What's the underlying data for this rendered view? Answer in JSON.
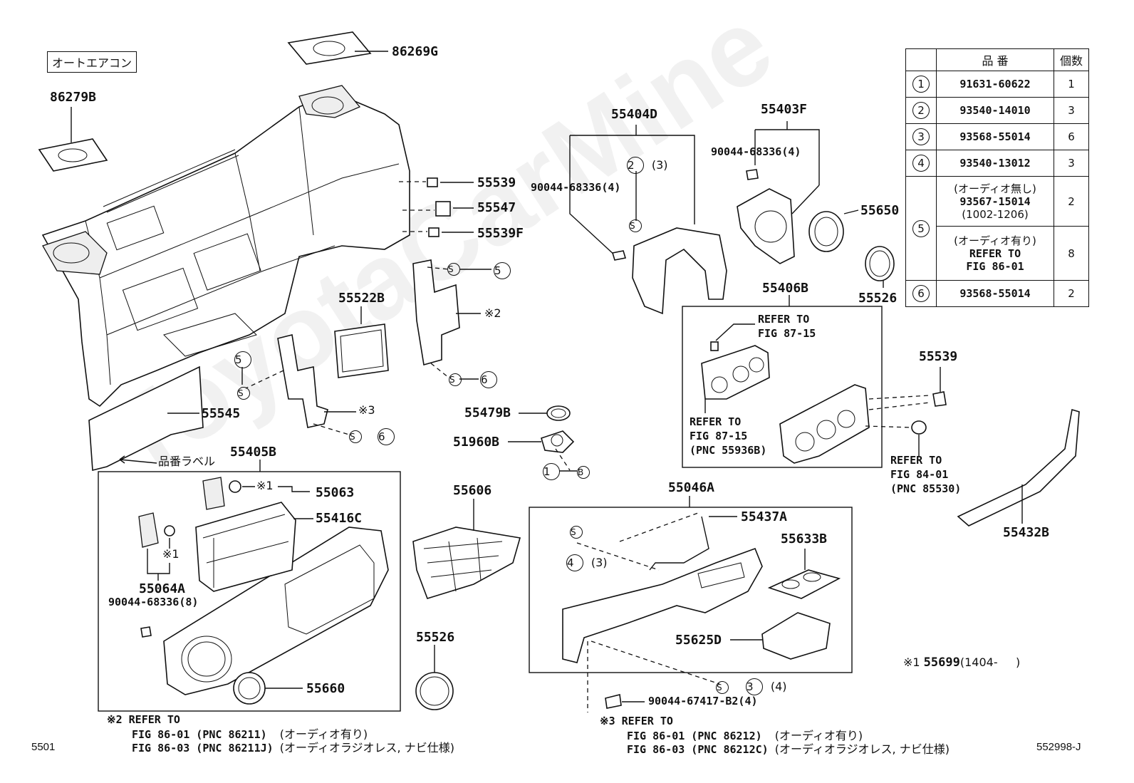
{
  "header": {
    "box_title": "オートエアコン"
  },
  "watermark": "ToyotaCarMine",
  "labels": {
    "p86269G": "86269G",
    "p86279B": "86279B",
    "p55539a": "55539",
    "p55547": "55547",
    "p55539F": "55539F",
    "p55404D": "55404D",
    "p55403F": "55403F",
    "p90044_68336_4a": "90044-68336(4)",
    "p90044_68336_4b": "90044-68336(4)",
    "p55650": "55650",
    "p55526a": "55526",
    "p55406B": "55406B",
    "p55522B": "55522B",
    "p55545": "55545",
    "p55405B": "55405B",
    "p55479B": "55479B",
    "p51960B": "51960B",
    "p55539b": "55539",
    "p55063": "55063",
    "p55416C": "55416C",
    "p55064A": "55064A",
    "p90044_68336_8": "90044-68336(8)",
    "p55606": "55606",
    "p55046A": "55046A",
    "p55437A": "55437A",
    "p55633B": "55633B",
    "p55625D": "55625D",
    "p55432B": "55432B",
    "p55526b": "55526",
    "p55660": "55660",
    "p90044_67417": "90044-67417-B2(4)",
    "hinban_label": "品番ラベル",
    "note_x1_a": "※1",
    "note_x1_b": "※1",
    "note_x2": "※2",
    "note_x3": "※3",
    "callout_2_3": "(3)",
    "callout_4_3": "(3)",
    "callout_3_4": "(4)",
    "callout_s": "S",
    "callout_b": "B"
  },
  "refs": {
    "r1": "REFER TO\nFIG 87-15",
    "r2": "REFER TO\nFIG 87-15\n(PNC 55936B)",
    "r3": "REFER TO\nFIG 84-01\n(PNC 85530)"
  },
  "footnotes": {
    "x1_prefix": "※1 ",
    "x1_part": "55699",
    "x1_range": "(1404-     )",
    "x2_head": "※2 REFER TO",
    "x2_line1": "FIG 86-01 (PNC 86211)",
    "x2_line1_jp": "(オーディオ有り)",
    "x2_line2": "FIG 86-03 (PNC 86211J)",
    "x2_line2_jp": "(オーディオラジオレス, ナビ仕様)",
    "x3_head": "※3 REFER TO",
    "x3_line1": "FIG 86-01 (PNC 86212)",
    "x3_line1_jp": "(オーディオ有り)",
    "x3_line2": "FIG 86-03 (PNC 86212C)",
    "x3_line2_jp": "(オーディオラジオレス, ナビ仕様)"
  },
  "corners": {
    "left": "5501",
    "right": "552998-J"
  },
  "parts_table": {
    "headers": [
      "",
      "品 番",
      "個数"
    ],
    "rows": [
      {
        "key": "1",
        "number": "91631-60622",
        "qty": "1"
      },
      {
        "key": "2",
        "number": "93540-14010",
        "qty": "3"
      },
      {
        "key": "3",
        "number": "93568-55014",
        "qty": "6"
      },
      {
        "key": "4",
        "number": "93540-13012",
        "qty": "3"
      },
      {
        "key": "5",
        "sub_a_label": "(オーディオ無し)",
        "sub_a_number": "93567-15014",
        "sub_a_range": "(1002-1206)",
        "sub_a_qty": "2",
        "sub_b_label": "(オーディオ有り)",
        "sub_b_ref1": "REFER TO",
        "sub_b_ref2": "FIG 86-01",
        "sub_b_qty": "8"
      },
      {
        "key": "6",
        "number": "93568-55014",
        "qty": "2"
      }
    ]
  }
}
